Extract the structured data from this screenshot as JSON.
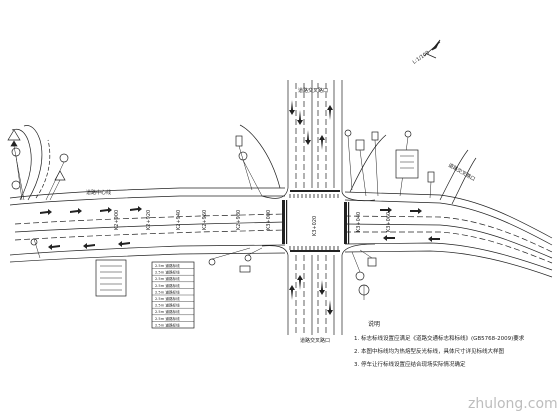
{
  "scale": {
    "text": "L:1/100"
  },
  "road_labels": {
    "north": "道路交叉路口",
    "south": "道路交叉路口",
    "east": "道路交叉路口",
    "west": "道路中心线"
  },
  "notes": {
    "title": "说明",
    "items": [
      "1. 标志标线设置应满足《道路交通标志和标线》(GB5768-2009)要求",
      "2. 本图中标线均为热熔型反光标线，具体尺寸详见标线大样图",
      "3. 停车让行标线设置应结合现场实际情况确定"
    ]
  },
  "stations": [
    "K2+900",
    "K2+920",
    "K2+940",
    "K2+960",
    "K2+980",
    "K3+000",
    "K3+020",
    "K3+040",
    "K3+060"
  ],
  "legend": {
    "items": [
      "2.5m 道路标线",
      "2.5m 道路标线",
      "2.5m 道路标线",
      "2.5m 道路标线",
      "2.5m 道路标线",
      "2.5m 道路标线",
      "2.5m 道路标线",
      "2.5m 道路标线",
      "2.5m 道路标线",
      "2.5m 道路标线"
    ]
  },
  "watermark": "zhulong.com"
}
